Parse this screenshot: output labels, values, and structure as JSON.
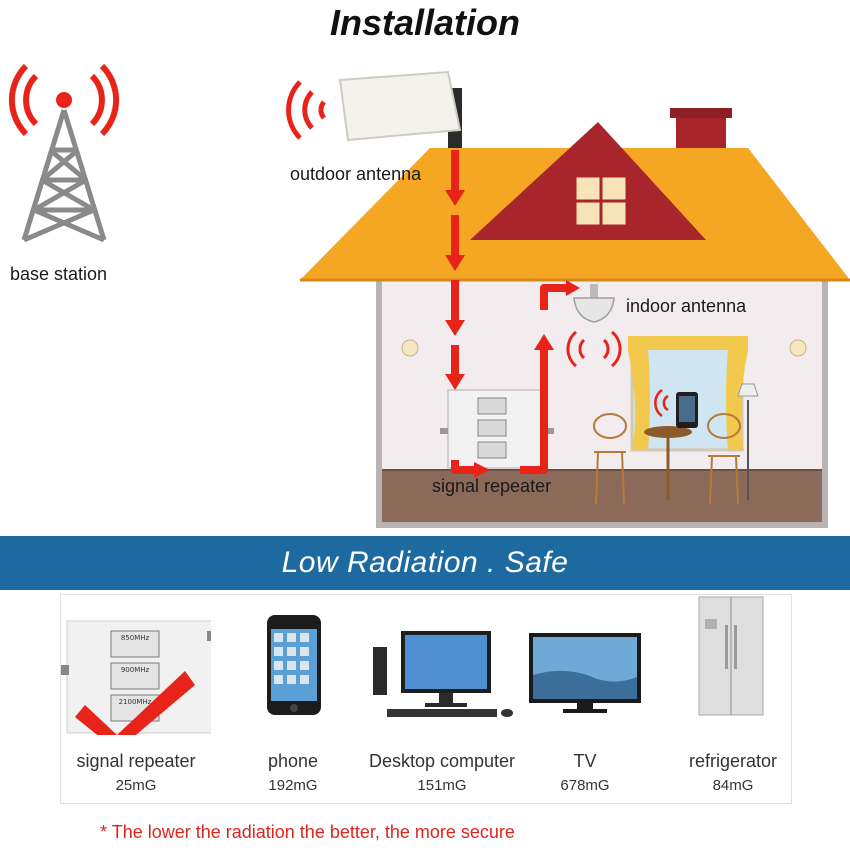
{
  "title": "Installation",
  "labels": {
    "base_station": "base station",
    "outdoor_antenna": "outdoor antenna",
    "indoor_antenna": "indoor antenna",
    "signal_repeater": "signal repeater"
  },
  "repeater_bands": [
    "850MHz",
    "900MHz",
    "2100MHz"
  ],
  "banner": "Low Radiation . Safe",
  "devices": [
    {
      "name": "signal repeater",
      "value": "25mG"
    },
    {
      "name": "phone",
      "value": "192mG"
    },
    {
      "name": "Desktop computer",
      "value": "151mG"
    },
    {
      "name": "TV",
      "value": "678mG"
    },
    {
      "name": "refrigerator",
      "value": "84mG"
    }
  ],
  "note": "The lower the radiation the better, the more secure",
  "note_mark": "*",
  "colors": {
    "signal_red": "#e8231a",
    "roof": "#f5a623",
    "roof_gable": "#a8262b",
    "banner": "#1d6aa1",
    "wall": "#f3ecee"
  }
}
